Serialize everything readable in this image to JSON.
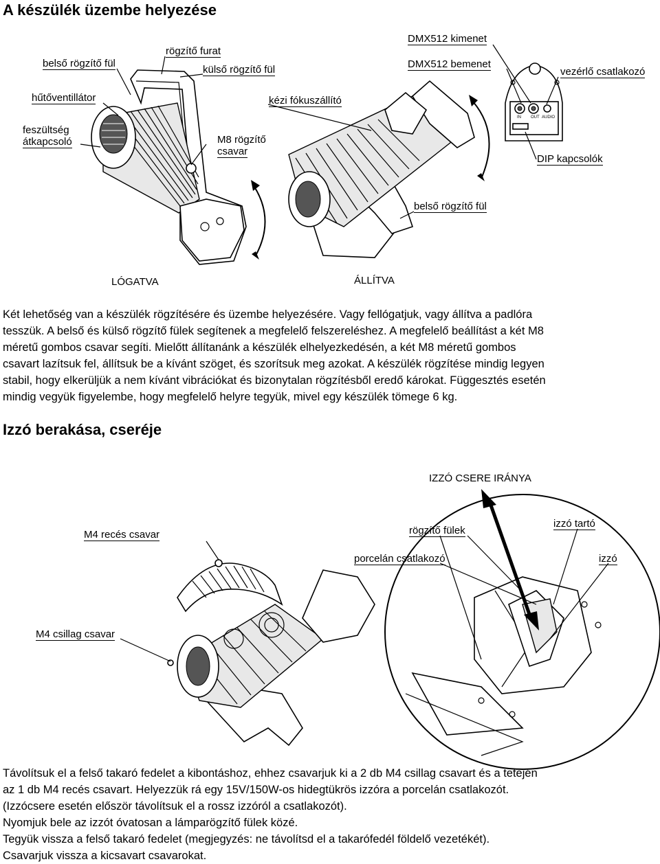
{
  "section1": {
    "title": "A készülék üzembe helyezése",
    "labels": {
      "inner_lug_1": "belső rögzítő fül",
      "fixing_hole": "rögzítő furat",
      "outer_lug": "külső rögzítő fül",
      "fan": "hűtőventillátor",
      "voltage_switch_1": "feszültség",
      "voltage_switch_2": "átkapcsoló",
      "m8_screw_1": "M8 rögzítő",
      "m8_screw_2": "csavar",
      "manual_focus": "kézi fókuszállító",
      "dmx_out": "DMX512 kimenet",
      "dmx_in": "DMX512 bemenet",
      "control_connector": "vezérlő csatlakozó",
      "dip_switches": "DIP kapcsolók",
      "inner_lug_2": "belső rögzítő fül",
      "hanging": "LÓGATVA",
      "standing": "ÁLLÍTVA",
      "panel_in": "IN",
      "panel_out": "OUT",
      "panel_audio": "AUDIO"
    },
    "paragraph_lines": [
      "Két lehetőség van a készülék rögzítésére és üzembe helyezésére. Vagy fellógatjuk, vagy állítva a padlóra",
      "tesszük. A belső és külső rögzítő fülek segítenek a megfelelő felszereléshez. A megfelelő beállítást a két M8",
      "méretű gombos csavar segíti. Mielőtt állítanánk a készülék elhelyezkedésén, a két M8 méretű gombos",
      "csavart lazítsuk fel, állítsuk be a kívánt szöget, és szorítsuk meg azokat. A készülék rögzítése mindig legyen",
      "stabil, hogy elkerüljük a nem kívánt vibrációkat és bizonytalan rögzítésből eredő károkat. Függesztés esetén",
      "mindig vegyük figyelembe, hogy megfelelő helyre tegyük, mivel egy készülék tömege 6 kg."
    ]
  },
  "section2": {
    "title": "Izzó berakása, cseréje",
    "labels": {
      "lamp_direction": "IZZÓ CSERE IRÁNYA",
      "m4_knurled": "M4 recés csavar",
      "fixing_clips": "rögzítő fülek",
      "lamp_holder": "izzó tartó",
      "porcelain_socket": "porcelán csatlakozó",
      "lamp": "izzó",
      "m4_star": "M4 csillag csavar"
    },
    "paragraph_lines": [
      "Távolítsuk el a felső takaró fedelet a kibontáshoz, ehhez csavarjuk ki a 2 db M4 csillag csavart és a tetején",
      "az 1 db M4 recés csavart. Helyezzük rá egy 15V/150W-os hidegtükrös izzóra a porcelán csatlakozót.",
      "(Izzócsere esetén először távolítsuk el a rossz izzóról a csatlakozót).",
      "Nyomjuk bele az izzót óvatosan a lámparögzítő fülek közé.",
      "Tegyük vissza a felső takaró fedelet (megjegyzés: ne távolítsd el a takarófedél földelő vezetékét).",
      "Csavarjuk vissza a kicsavart csavarokat."
    ]
  }
}
